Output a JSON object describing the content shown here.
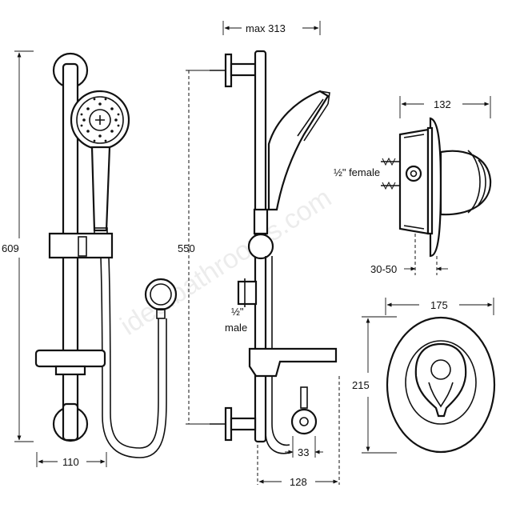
{
  "watermark": "idealbathrooms.com",
  "dimensions": {
    "front_height": "609",
    "front_width": "110",
    "side_max_width": "max 313",
    "side_height": "550",
    "side_bottom_width": "128",
    "side_connector": "33",
    "side_inlet_size": "½\"",
    "side_inlet_type": "male",
    "valve_side_width": "132",
    "valve_side_inlet": "½\" female",
    "valve_side_depth": "30-50",
    "valve_front_width": "175",
    "valve_front_height": "215"
  }
}
